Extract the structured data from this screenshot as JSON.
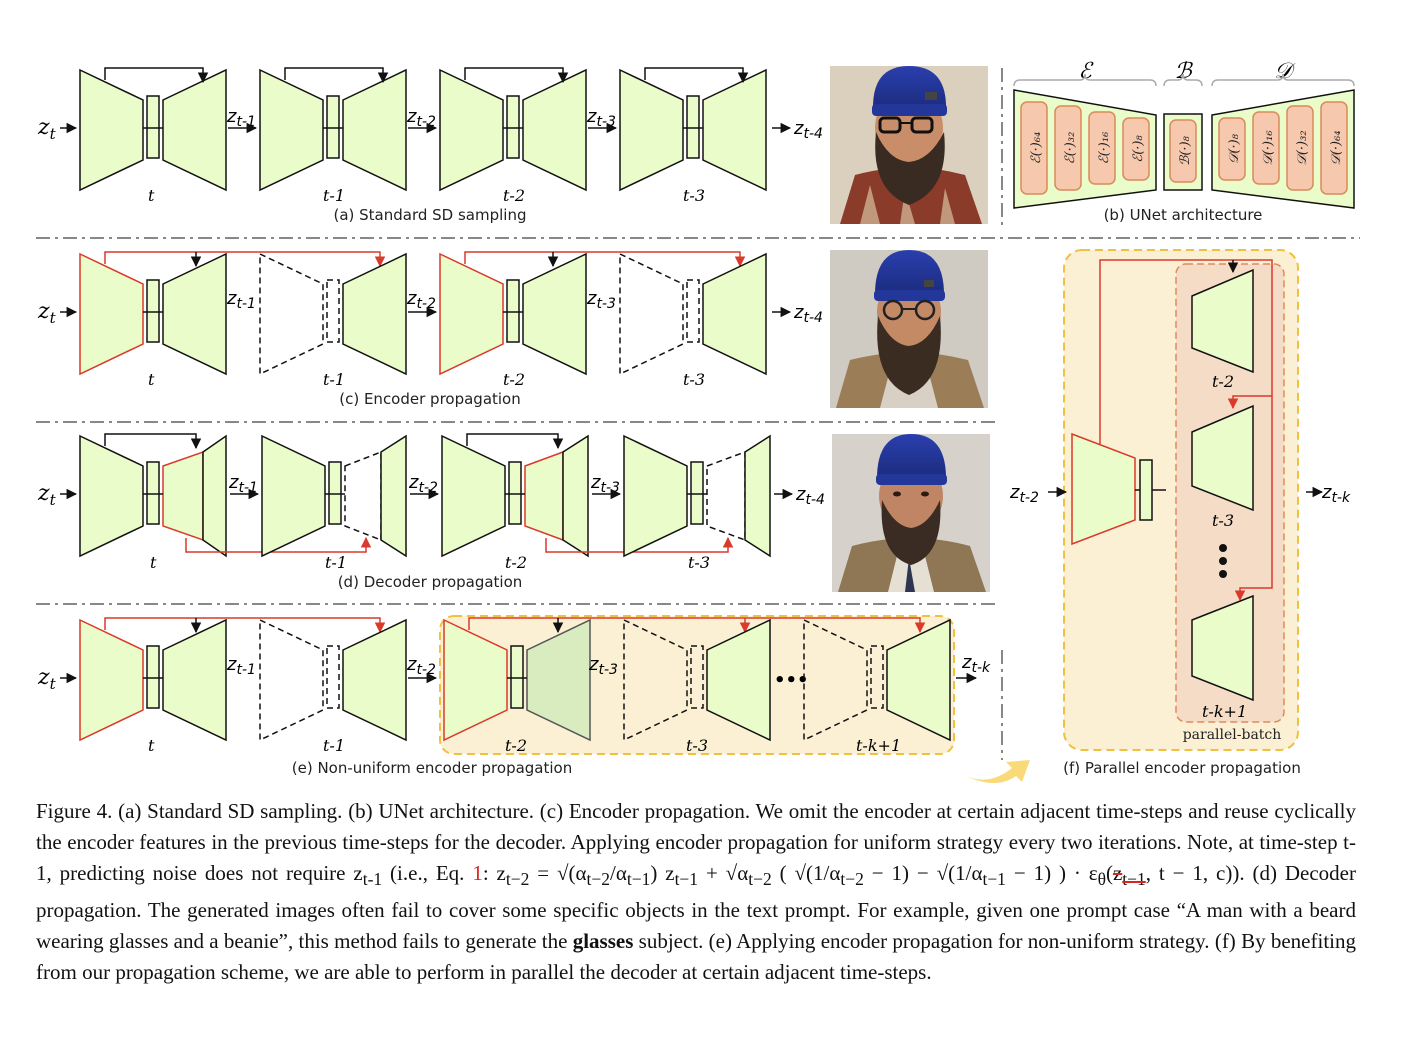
{
  "colors": {
    "block_fill": "#eafcc9",
    "red": "#d93a2b",
    "orange_block": "#f6c8ad",
    "highlight_fill": "#fcf0d4",
    "highlight_border": "#f0c040",
    "batch_fill": "#f4dcc6",
    "batch_border": "#e08a5a",
    "separator": "#888888"
  },
  "labels": {
    "zt": "z",
    "zt_sub": "t",
    "z_t1_sub": "t-1",
    "z_t2_sub": "t-2",
    "z_t3_sub": "t-3",
    "z_t4_sub": "t-4",
    "z_tk_sub": "t-k",
    "step_t": "t",
    "step_t1": "t-1",
    "step_t2": "t-2",
    "step_t3": "t-3",
    "step_tk1": "t-k+1",
    "dots": "•••",
    "parallel_batch": "parallel-batch"
  },
  "panels": {
    "a": "(a) Standard SD sampling",
    "b": "(b) UNet architecture",
    "c": "(c) Encoder propagation",
    "d": "(d) Decoder propagation",
    "e": "(e) Non-uniform encoder propagation",
    "f": "(f) Parallel encoder propagation"
  },
  "unet": {
    "enc_symbol": "ℰ",
    "bot_symbol": "ℬ",
    "dec_symbol": "𝒟",
    "encoder_blocks": [
      "ℰ(·)₆₄",
      "ℰ(·)₃₂",
      "ℰ(·)₁₆",
      "ℰ(·)₈"
    ],
    "bottleneck_block": "ℬ(·)₈",
    "decoder_blocks": [
      "𝒟(·)₈",
      "𝒟(·)₁₆",
      "𝒟(·)₃₂",
      "𝒟(·)₆₄"
    ]
  },
  "images": {
    "a": "photo: man with beard, glasses and blue beanie",
    "c": "photo: man with beard, round glasses and blue beanie",
    "d": "photo: man with beard and blue beanie, no glasses"
  },
  "caption": {
    "p1": "Figure 4.  (a) Standard SD sampling.  (b) UNet architecture.  (c) Encoder propagation.  We omit the encoder at certain adjacent time-steps and reuse cyclically the encoder features in the previous time-steps for the decoder.  Applying encoder propagation for uniform strategy every two iterations.  Note, at time-step t-1, predicting noise does not require z",
    "p1_sub": "t-1",
    "p2": " (i.e., Eq. ",
    "eq_ref": "1",
    "p3": ": z",
    "p3_sub": "t−2",
    "p4": " = √(α",
    "p4_sub1": "t−2",
    "p4b": "/α",
    "p4_sub2": "t−1",
    "p4c": ") z",
    "p4_sub3": "t−1",
    "p5": " + √α",
    "p5_sub": "t−2",
    "p6": " ( √(1/α",
    "p6_sub1": "t−2",
    "p6b": " − 1) − √(1/α",
    "p6_sub2": "t−1",
    "p6c": " − 1) ) · ε",
    "p6_sub3": "θ",
    "p7": "(",
    "struck": "z",
    "struck_sub": "t−1",
    "p8": ", t − 1, c)).  (d) Decoder propagation.  The generated images often fail to cover some specific objects in the text prompt. For example, given one prompt case “A man with a beard wearing glasses and a beanie”, this method fails to generate the ",
    "bold": "glasses",
    "p9": " subject.  (e) Applying encoder propagation for non-uniform strategy.  (f) By benefiting from our propagation scheme, we are able to perform in parallel the decoder at certain adjacent time-steps."
  }
}
